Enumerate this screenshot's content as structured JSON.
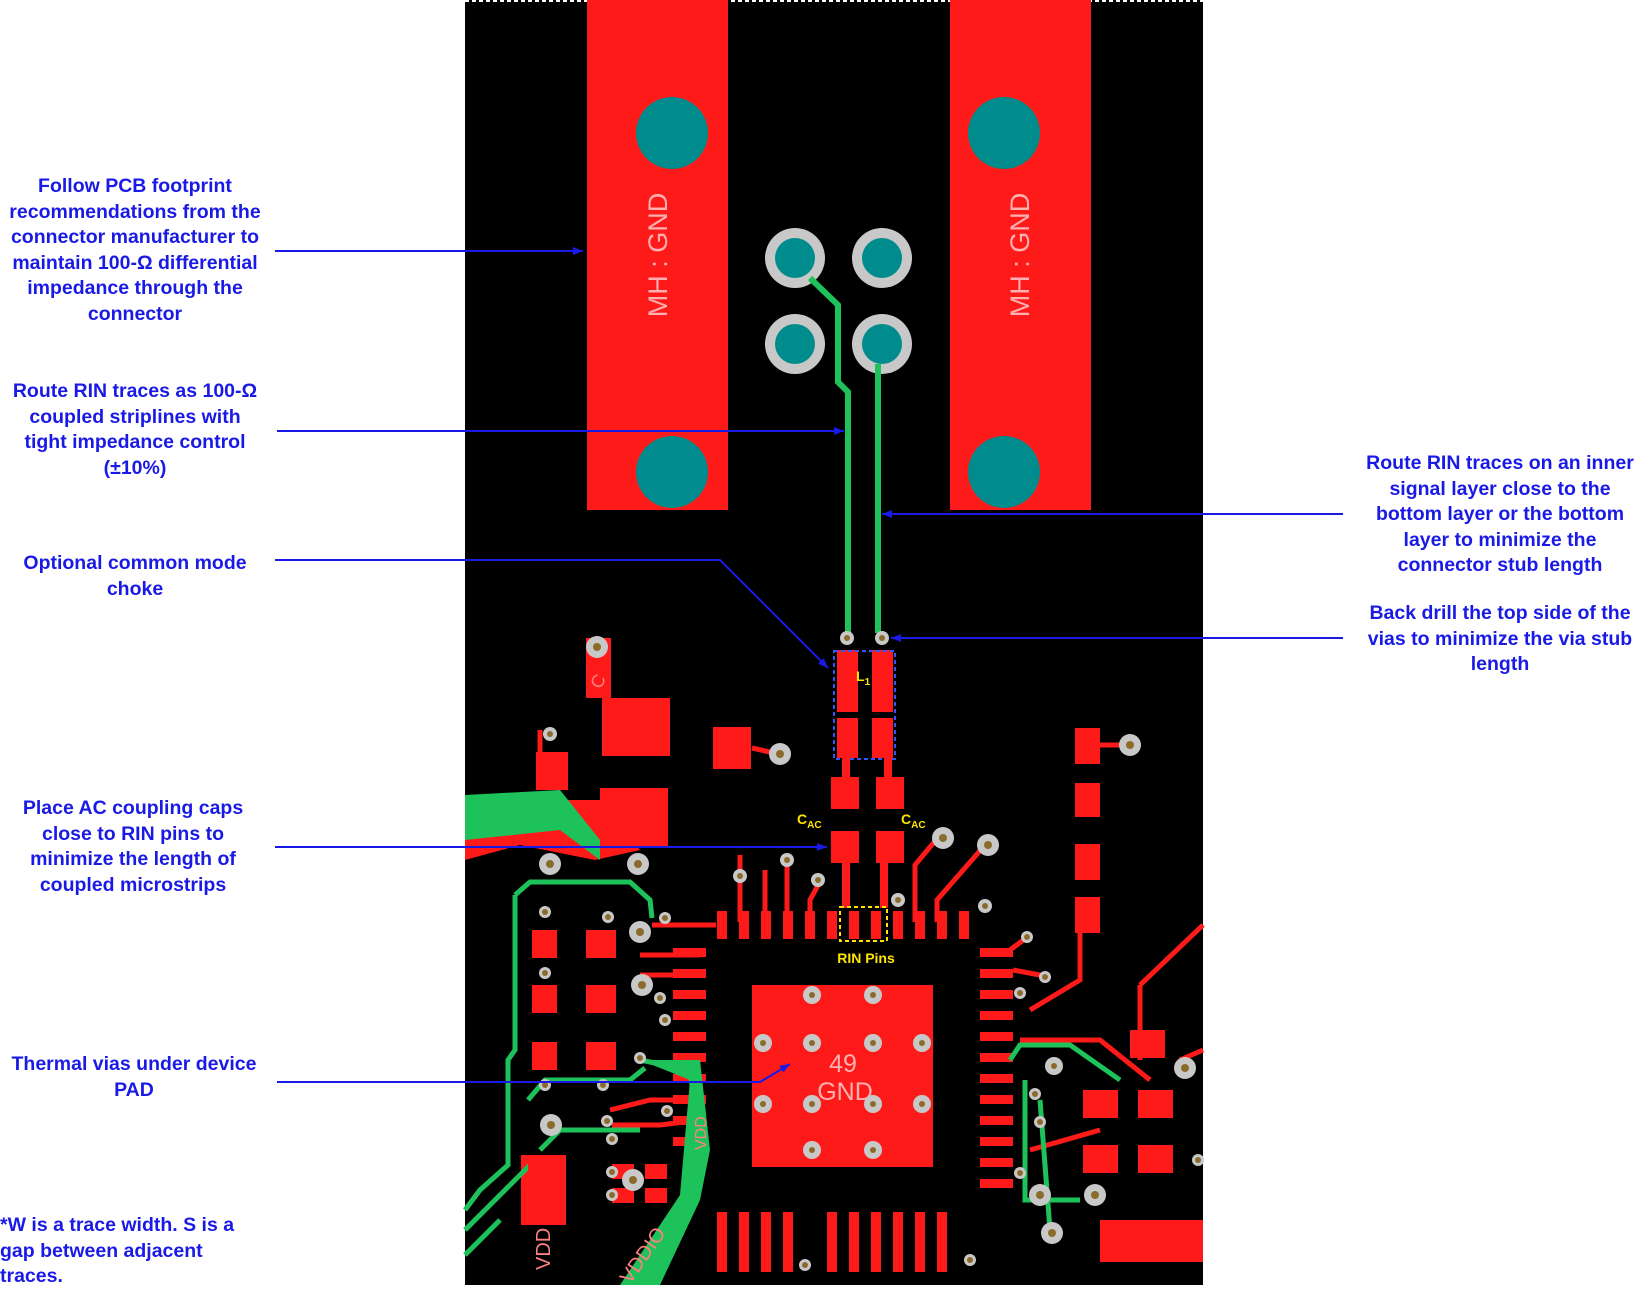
{
  "annotations": {
    "footprint": [
      "Follow PCB footprint",
      "recommendations from the",
      "connector manufacturer to",
      "maintain 100-Ω differential",
      "impedance through the",
      "connector"
    ],
    "striplines": [
      "Route RIN traces as 100-Ω",
      "coupled striplines with",
      "tight impedance control",
      "(±10%)"
    ],
    "choke": [
      "Optional common mode",
      "choke"
    ],
    "ac_caps": [
      "Place AC coupling caps",
      "close to RIN pins to",
      "minimize the length of",
      "coupled microstrips"
    ],
    "thermal": [
      "Thermal vias under device",
      "PAD"
    ],
    "footnote": [
      "*W is a trace width.  S is a",
      "gap between adjacent",
      "traces."
    ],
    "inner_layer": [
      "Route RIN traces on an inner",
      "signal layer close to the",
      "bottom layer or the bottom",
      "layer to minimize the",
      "connector stub length"
    ],
    "back_drill": [
      "Back drill the top side of the",
      "vias to minimize the via stub",
      "length"
    ]
  },
  "board_labels": {
    "mh_left": "MH : GND",
    "mh_right": "MH : GND",
    "inductor_main": "L",
    "inductor_sub": "1",
    "cac_left_main": "C",
    "cac_left_sub": "AC",
    "cac_right_main": "C",
    "cac_right_sub": "AC",
    "rin_pins": "RIN Pins",
    "pad_number": "49",
    "pad_net": "GND",
    "vdd": "VDD",
    "vddio": "VDDIO",
    "vdd_rot": "VDD",
    "c_mark": "C"
  },
  "colors": {
    "board": "#000000",
    "copper_top": "#ff1a1a",
    "inner_trace": "#1ec25a",
    "plated_hole": "#008c8c",
    "via_ring": "#c8c8c8",
    "annotation_text": "#1a1ae6",
    "highlight_box": "#ffe600"
  }
}
